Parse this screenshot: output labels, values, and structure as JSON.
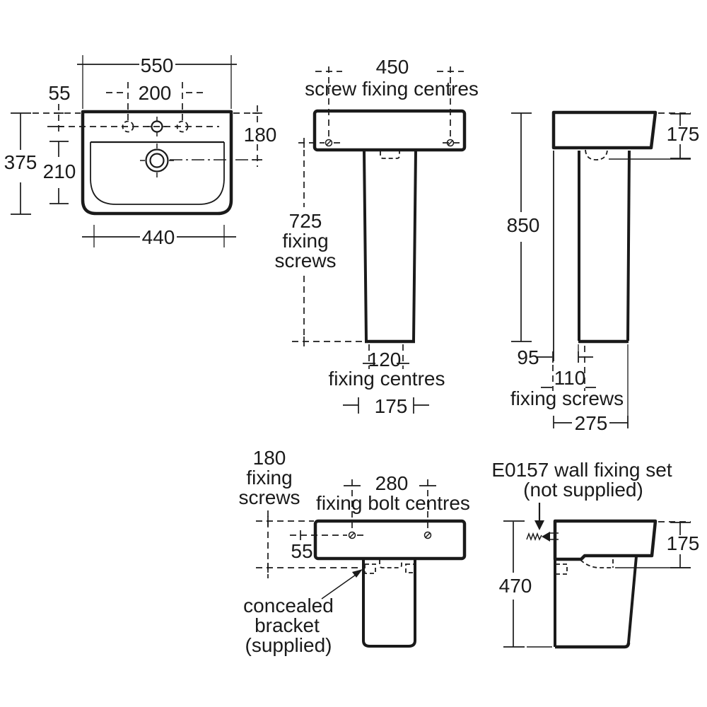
{
  "drawing": {
    "title": "washbasin and pedestal dimension drawing",
    "line_color": "#1a1a1a",
    "background_color": "#ffffff",
    "views": {
      "plan": {
        "overall_width": "550",
        "taphole_centres": "200",
        "rim_to_tapholes": "55",
        "overall_depth": "375",
        "bowl_depth": "210",
        "rim_to_waste": "180",
        "lower_width": "440"
      },
      "front_pedestal": {
        "screw_centres_value": "450",
        "screw_centres_label": "screw fixing centres",
        "wall_screws_value": "725",
        "wall_screws_label_1": "fixing",
        "wall_screws_label_2": "screws",
        "base_centres_value": "120",
        "base_centres_label": "fixing centres",
        "base_width": "175"
      },
      "side_pedestal": {
        "basin_height": "175",
        "overall_height": "850",
        "wall_to_pedestal": "95",
        "floor_screws_value": "110",
        "floor_screws_label": "fixing screws",
        "overall_depth": "275"
      },
      "front_semi_pedestal": {
        "wall_screws_value": "180",
        "wall_screws_label_1": "fixing",
        "wall_screws_label_2": "screws",
        "bolt_centres_value": "280",
        "bolt_centres_label": "fixing bolt centres",
        "rim_to_bolts": "55",
        "bracket_note_1": "concealed",
        "bracket_note_2": "bracket",
        "bracket_note_3": "(supplied)"
      },
      "side_semi_pedestal": {
        "fixing_set_note_1": "E0157 wall fixing set",
        "fixing_set_note_2": "(not supplied)",
        "basin_height": "175",
        "semi_pedestal_height": "470"
      }
    }
  }
}
